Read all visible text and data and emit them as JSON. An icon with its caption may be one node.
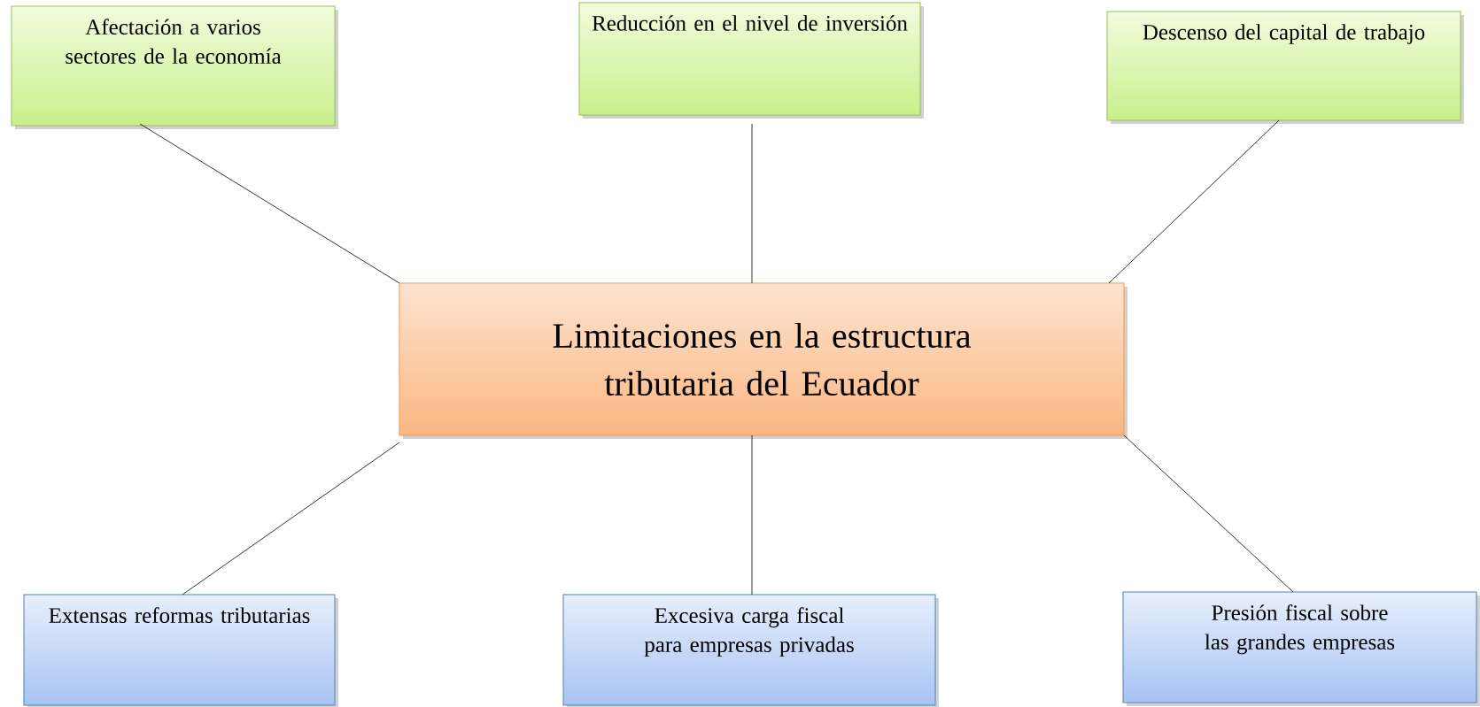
{
  "diagram": {
    "nodes": [
      {
        "text": [
          "Limitaciones en la estructura tributaria del Ecuador"
        ]
      },
      {
        "text": [
          "Afectación a varios sectores de la economía"
        ]
      },
      {
        "text": [
          "Reducción en el nivel de inversión"
        ]
      },
      {
        "text": [
          "Descenso del capital de trabajo"
        ]
      },
      {
        "text": [
          "Extensas reformas tributarias"
        ]
      },
      {
        "text": [
          "Excesiva carga fiscal para empresas privadas"
        ]
      },
      {
        "text": [
          "Presión fiscal sobre las grandes empresas"
        ]
      }
    ],
    "edges": [
      {
        "from": 0,
        "to": 1,
        "arrow": "none"
      },
      {
        "from": 0,
        "to": 2,
        "arrow": "none"
      },
      {
        "from": 0,
        "to": 3,
        "arrow": "none"
      },
      {
        "from": 0,
        "to": 4,
        "arrow": "none"
      },
      {
        "from": 0,
        "to": 5,
        "arrow": "none"
      },
      {
        "from": 0,
        "to": 6,
        "arrow": "none"
      }
    ]
  }
}
